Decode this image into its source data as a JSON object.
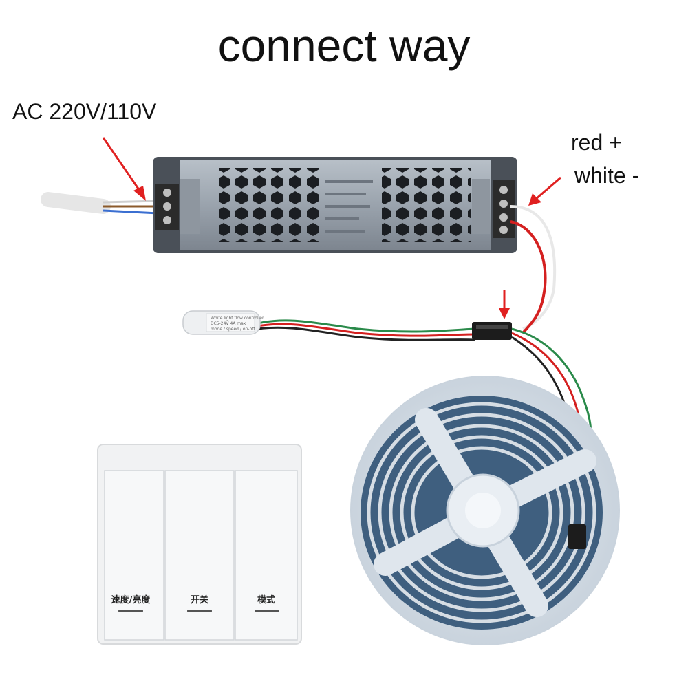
{
  "title": "connect way",
  "labels": {
    "ac_input": "AC 220V/110V",
    "red_wire": "red +",
    "white_wire": "white -"
  },
  "switch_panel": {
    "buttons": [
      "速度/亮度",
      "开关",
      "模式"
    ]
  },
  "colors": {
    "arrow": "#e02020",
    "psu_body": "#9aa3ad",
    "wire_red": "#d42020",
    "wire_green": "#2a8a4a",
    "wire_black": "#222222"
  },
  "icons": [
    "arrow-icon",
    "power-supply-icon",
    "terminal-block-icon",
    "controller-icon",
    "connector-icon",
    "led-reel-icon",
    "wall-switch-icon"
  ]
}
